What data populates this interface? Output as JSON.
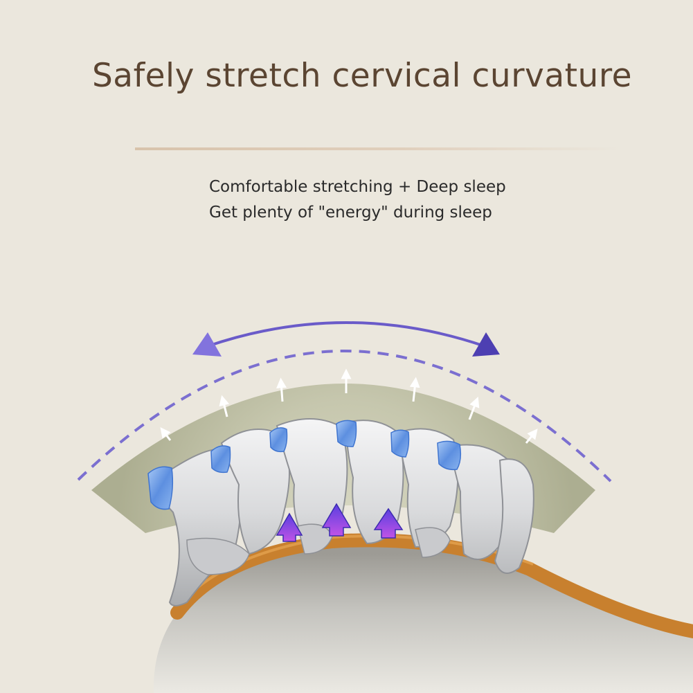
{
  "header": {
    "title": "Safely stretch cervical curvature",
    "subtitle_lines": [
      "Comfortable stretching + Deep sleep",
      "Get plenty of \"energy\" during sleep"
    ]
  },
  "illustration": {
    "subject": "cervical-spine-on-contoured-pillow",
    "colors": {
      "background": "#ebe7dd",
      "title_text": "#5b4532",
      "arc_arrow": "#6a5bc9",
      "dashed_arc": "#7b6fd0",
      "pillow_rim": "#c8802e",
      "pillow_body": "#b6b4ad",
      "vertebra_bone": "#e3e4e6",
      "disc": "#6f9ee6",
      "support_arrow": "#8a3dd8",
      "fan_area": "#bfc0a7",
      "release_arrow": "#ffffff"
    },
    "icons": [
      "double-arc-arrow-icon",
      "up-arrow-icon",
      "support-arrow-icon"
    ]
  }
}
